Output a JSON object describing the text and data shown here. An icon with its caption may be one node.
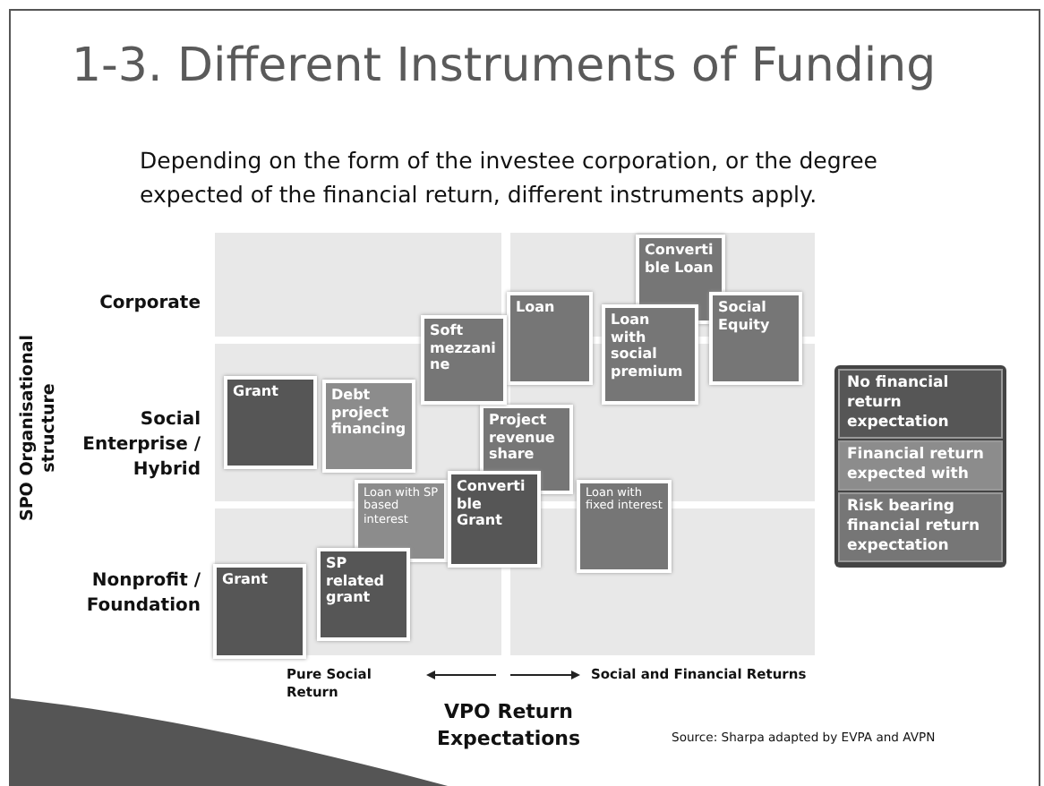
{
  "diagram": {
    "title": "1-3. Different Instruments of Funding",
    "nodes": [
      {
        "text": [
          "Convertible Loan"
        ]
      },
      {
        "text": [
          "Loan"
        ]
      },
      {
        "text": [
          "Social Equity"
        ]
      },
      {
        "text": [
          "Loan with social premium"
        ]
      },
      {
        "text": [
          "Soft mezzanine"
        ]
      },
      {
        "text": [
          "Grant"
        ]
      },
      {
        "text": [
          "Debt project financing"
        ]
      },
      {
        "text": [
          "Project revenue share"
        ]
      },
      {
        "text": [
          "Loan with SP based interest"
        ]
      },
      {
        "text": [
          "Convertible Grant"
        ]
      },
      {
        "text": [
          "Loan with fixed interest"
        ]
      },
      {
        "text": [
          "SP related grant"
        ]
      },
      {
        "text": [
          "Grant"
        ]
      }
    ],
    "edges": [],
    "labels": [
      "Depending on the form of the investee corporation, or the degree expected of the financial return, different instruments apply.",
      "SPO Organisational structure",
      "Corporate",
      "Social Enterprise / Hybrid",
      "Nonprofit / Foundation",
      "Pure Social Return",
      "Social and Financial Returns",
      "VPO Return Expectations",
      "Source: Sharpa adapted by EVPA and AVPN"
    ],
    "legend": [
      {
        "text": "No financial return expectation",
        "color": "#565656"
      },
      {
        "text": "Financial return expected with",
        "color": "#8c8c8c"
      },
      {
        "text": "Risk bearing financial return expectation",
        "color": "#767676"
      }
    ]
  }
}
